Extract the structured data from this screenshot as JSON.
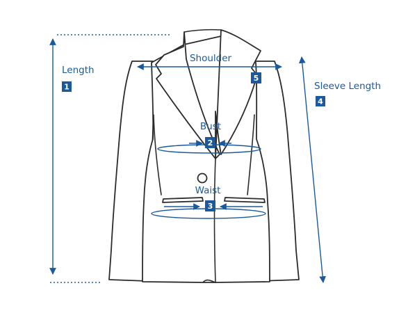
{
  "colors": {
    "accent": "#1a5a9c",
    "outline": "#2b2b2b",
    "background": "#ffffff"
  },
  "measurements": [
    {
      "id": "length",
      "label": "Length",
      "number": "1"
    },
    {
      "id": "bust",
      "label": "Bust",
      "number": "2"
    },
    {
      "id": "waist",
      "label": "Waist",
      "number": "3"
    },
    {
      "id": "sleeve-length",
      "label": "Sleeve Length",
      "number": "4"
    },
    {
      "id": "shoulder",
      "label": "Shoulder",
      "number": "5"
    }
  ]
}
